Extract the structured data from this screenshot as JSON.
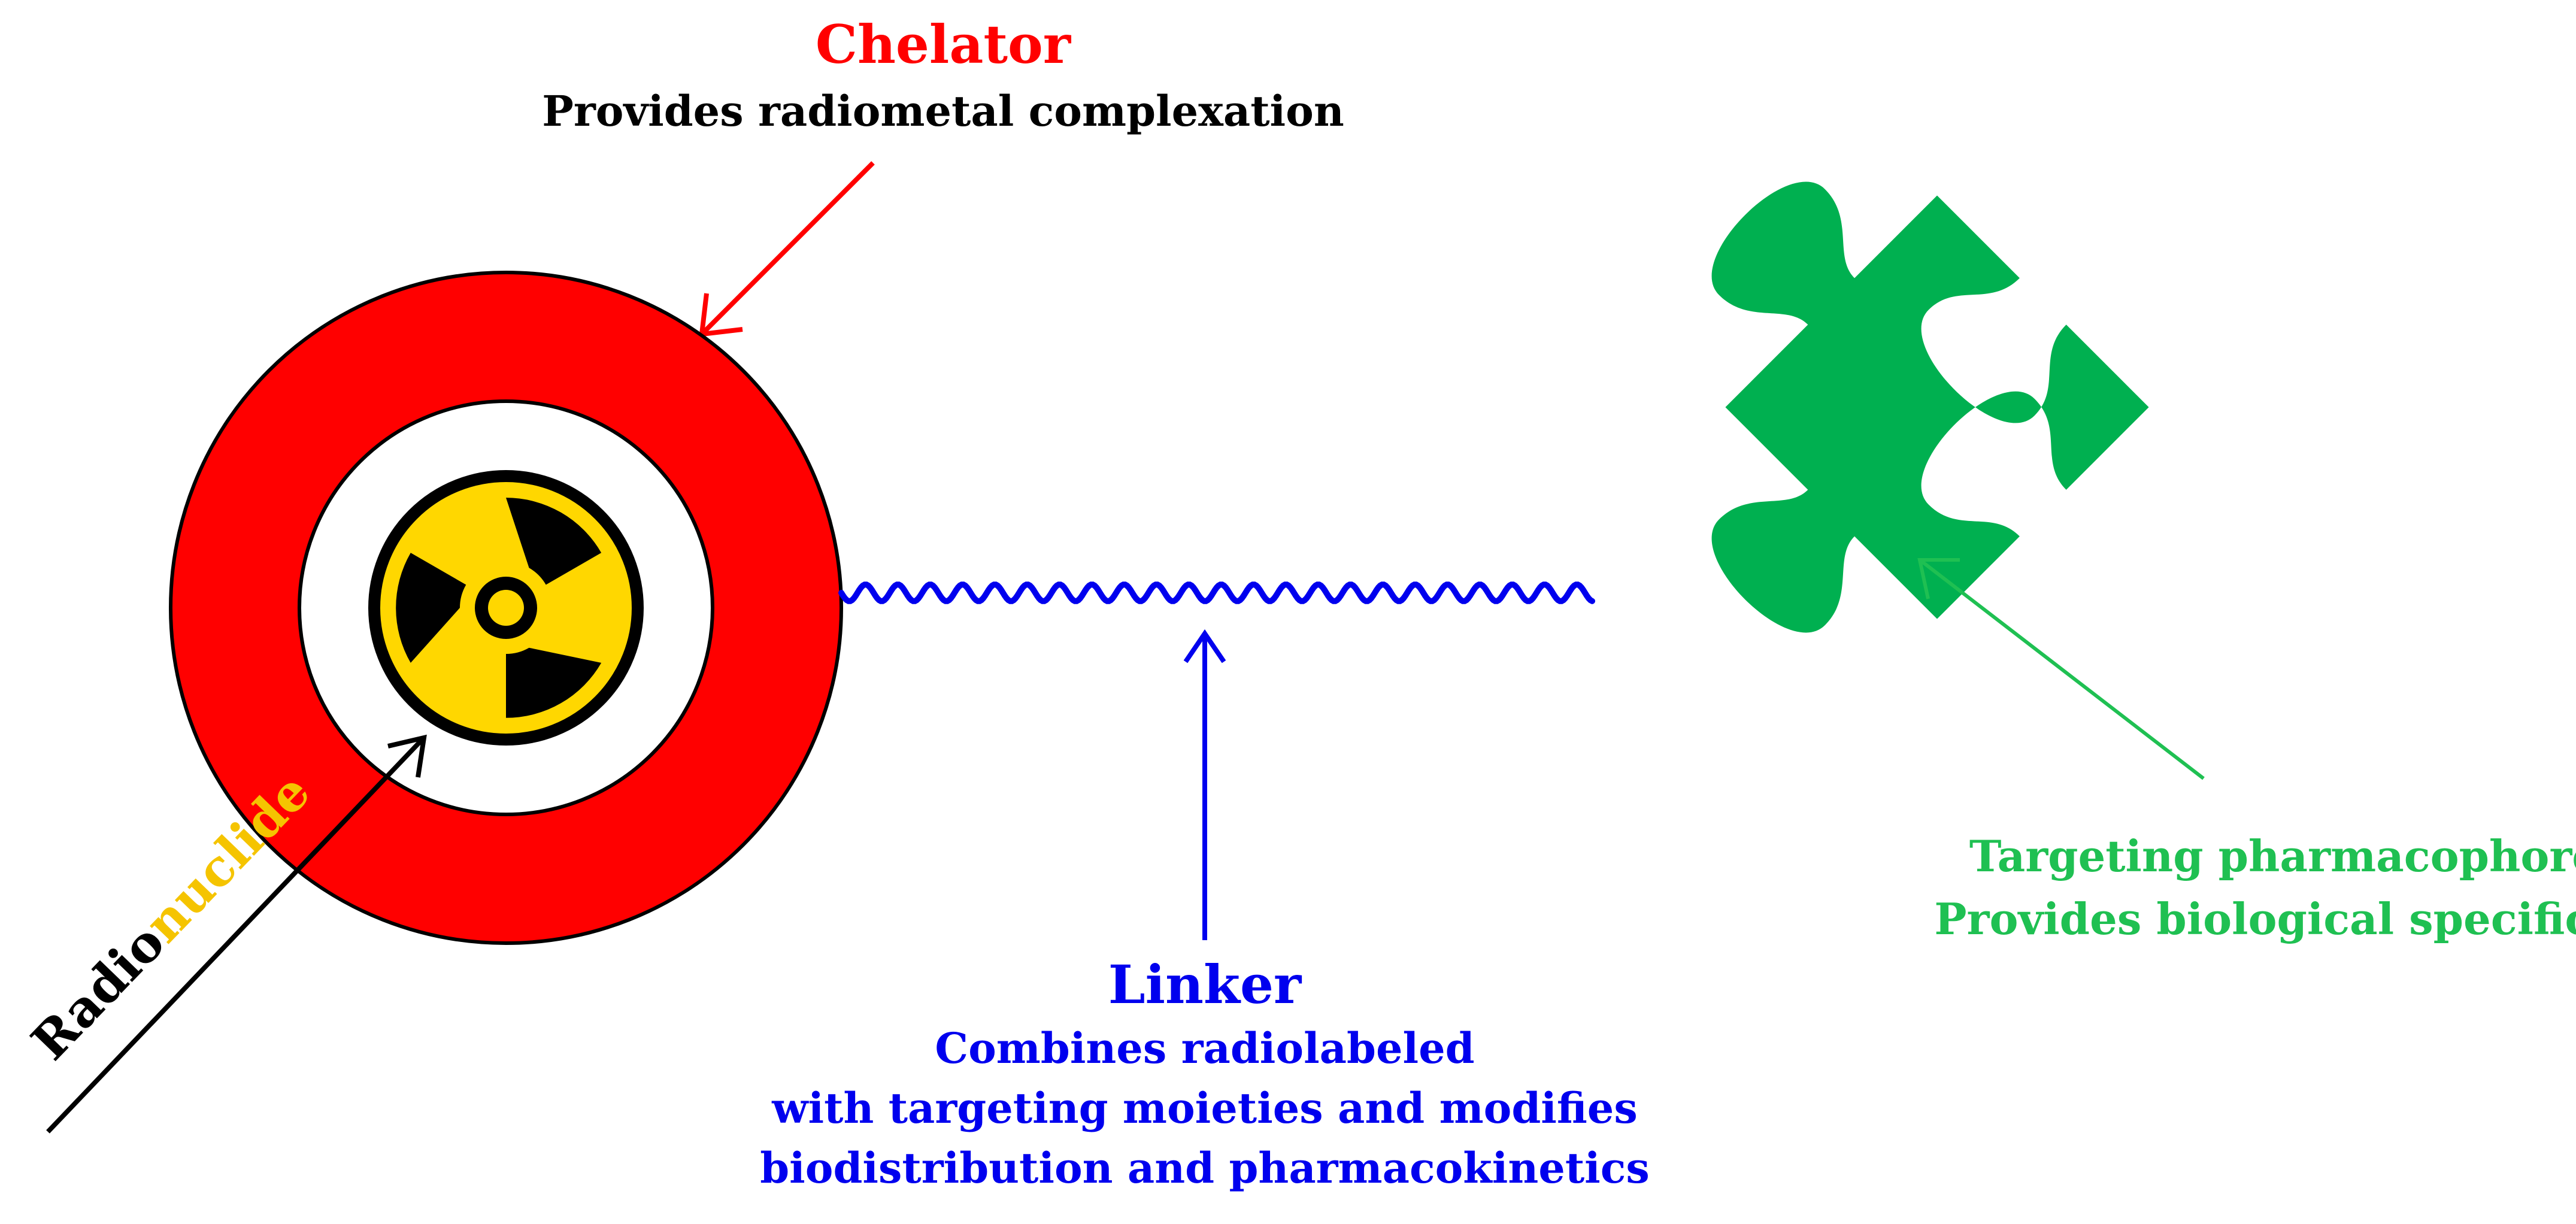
{
  "chelator": {
    "title": "Chelator",
    "description": "Provides radiometal complexation",
    "color": "#ff0000"
  },
  "radionuclide": {
    "label_part1": "Radio",
    "label_part2": "nuclide",
    "color_part1": "#000000",
    "color_part2": "#f5c400",
    "symbol": "radiation-trefoil-icon",
    "symbol_fill": "#ffd700"
  },
  "linker": {
    "title": "Linker",
    "description_lines": [
      "Combines radiolabeled",
      "with targeting moieties and modifies",
      "biodistribution and pharmacokinetics"
    ],
    "color": "#0000ee"
  },
  "pharmacophore": {
    "title": "Targeting pharmacophore",
    "description": "Provides biological specificity",
    "color": "#00b050",
    "label_color": "#1fc052"
  }
}
